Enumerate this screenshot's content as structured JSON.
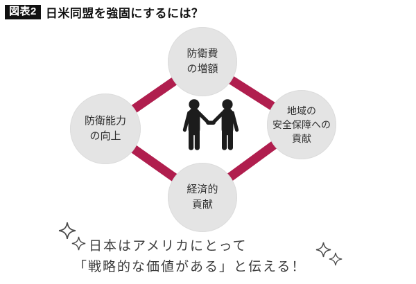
{
  "header": {
    "figure_label": "図表2",
    "title": "日米同盟を強固にするには？"
  },
  "diagram": {
    "center_icon": "handshake-icon",
    "nodes": [
      {
        "id": "defense-spending",
        "position": "top",
        "label": "防衛費\nの増額"
      },
      {
        "id": "regional-security",
        "position": "right",
        "label": "地域の\n安全保障への\n貢献"
      },
      {
        "id": "economic",
        "position": "bottom",
        "label": "経済的\n貢献"
      },
      {
        "id": "defense-capability",
        "position": "left",
        "label": "防衛能力\nの向上"
      }
    ]
  },
  "message": {
    "line1": "日本はアメリカにとって",
    "line2": "「戦略的な価値がある」と伝える！",
    "decoration_icon": "sparkle-icon"
  },
  "colors": {
    "accent": "#b01e4e",
    "node_fill": "#e4e4e4",
    "ink": "#111111",
    "message_ink": "#3c3c3c"
  }
}
